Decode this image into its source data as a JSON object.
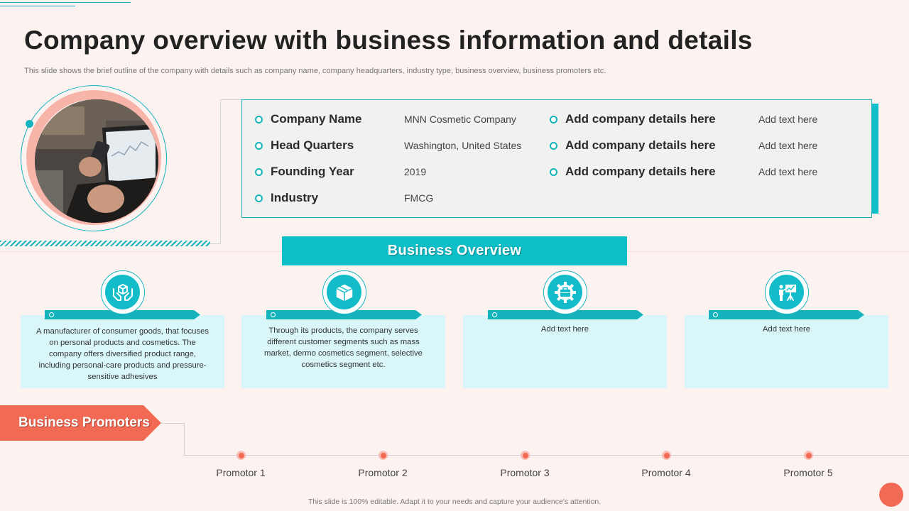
{
  "title": "Company overview with business information and details",
  "subtitle": "This slide shows the brief outline of the company with details such as company name, company headquarters, industry type, business overview, business promoters etc.",
  "info": {
    "left": [
      {
        "label": "Company Name",
        "value": "MNN Cosmetic Company"
      },
      {
        "label": "Head Quarters",
        "value": "Washington, United States"
      },
      {
        "label": "Founding Year",
        "value": "2019"
      },
      {
        "label": "Industry",
        "value": "FMCG"
      }
    ],
    "right": [
      {
        "label": "Add company details here",
        "value": "Add text here"
      },
      {
        "label": "Add company details here",
        "value": "Add text here"
      },
      {
        "label": "Add company details here",
        "value": "Add text here"
      }
    ]
  },
  "overview": {
    "heading": "Business Overview",
    "cards": [
      {
        "icon": "hands-box-icon",
        "text": "A manufacturer of consumer goods, that focuses on personal products and cosmetics. The company offers diversified product range, including personal-care products and pressure-sensitive adhesives"
      },
      {
        "icon": "box-icon",
        "text": "Through its products, the company serves different customer segments such as mass market, dermo cosmetics segment, selective cosmetics segment etc."
      },
      {
        "icon": "briefcase-gear-icon",
        "text": "Add text here"
      },
      {
        "icon": "presenter-board-icon",
        "text": "Add text here"
      }
    ]
  },
  "promoters": {
    "heading": "Business Promoters",
    "items": [
      "Promotor  1",
      "Promotor  2",
      "Promotor  3",
      "Promotor  4",
      "Promotor  5"
    ]
  },
  "footer": "This slide is 100% editable. Adapt it to your needs and capture your audience's attention.",
  "colors": {
    "teal": "#17b3bd",
    "coral": "#f36a54",
    "background": "#fcf3f1",
    "card": "#d9f7f8"
  }
}
